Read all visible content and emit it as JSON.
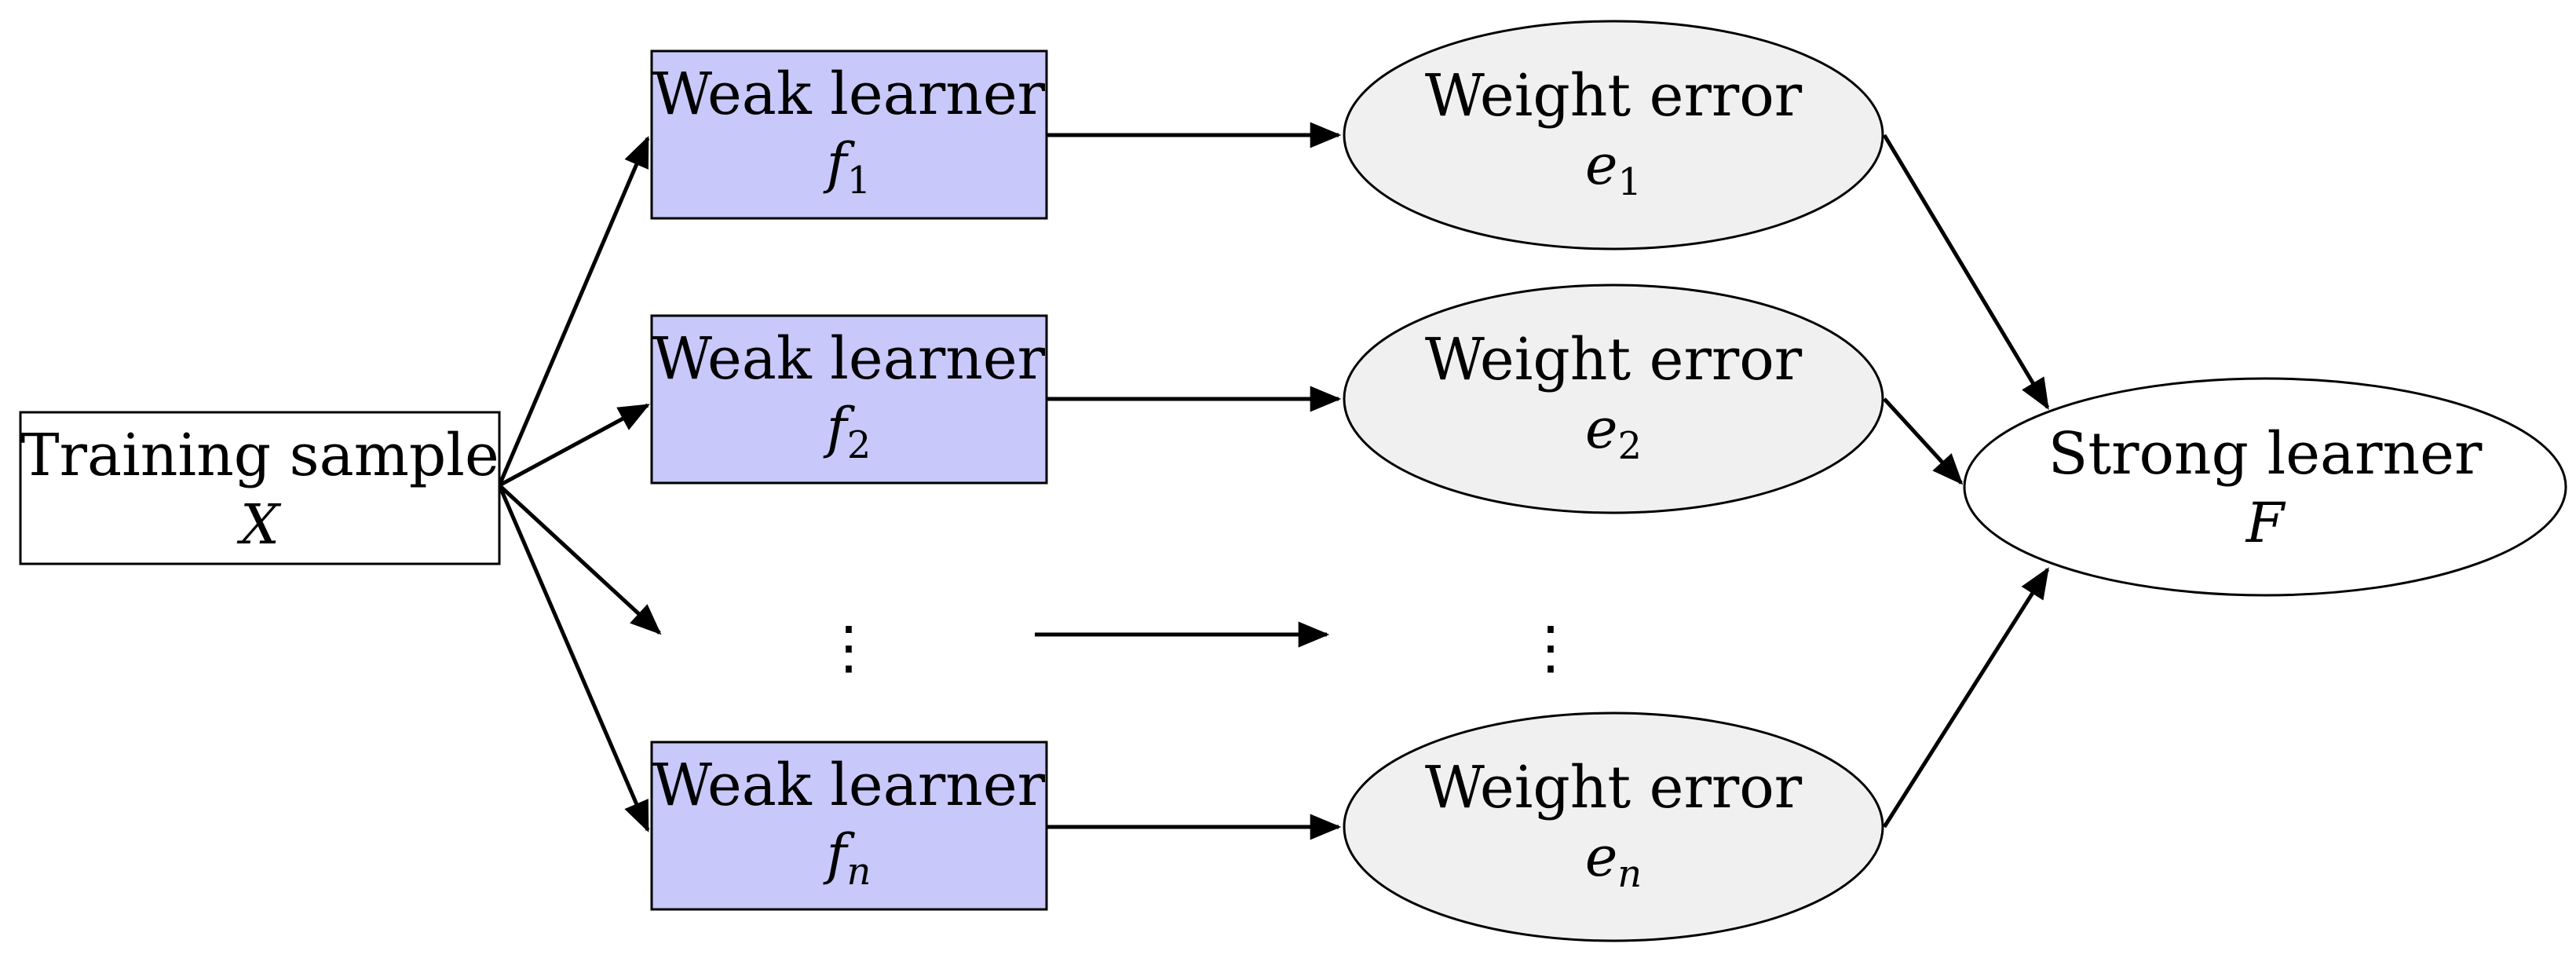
{
  "training": {
    "label": "Training sample",
    "var": "X"
  },
  "weak": [
    {
      "label": "Weak learner",
      "var": "f",
      "sub": "1"
    },
    {
      "label": "Weak learner",
      "var": "f",
      "sub": "2"
    },
    {
      "label": "Weak learner",
      "var": "f",
      "sub": "n"
    }
  ],
  "errors": [
    {
      "label": "Weight error",
      "var": "e",
      "sub": "1"
    },
    {
      "label": "Weight error",
      "var": "e",
      "sub": "2"
    },
    {
      "label": "Weight error",
      "var": "e",
      "sub": "n"
    }
  ],
  "strong": {
    "label": "Strong learner",
    "var": "F"
  },
  "ellipsis": "⋮",
  "colors": {
    "weak_fill": "#c8c8fa",
    "error_fill": "#f0f0f0",
    "stroke": "#000000"
  }
}
